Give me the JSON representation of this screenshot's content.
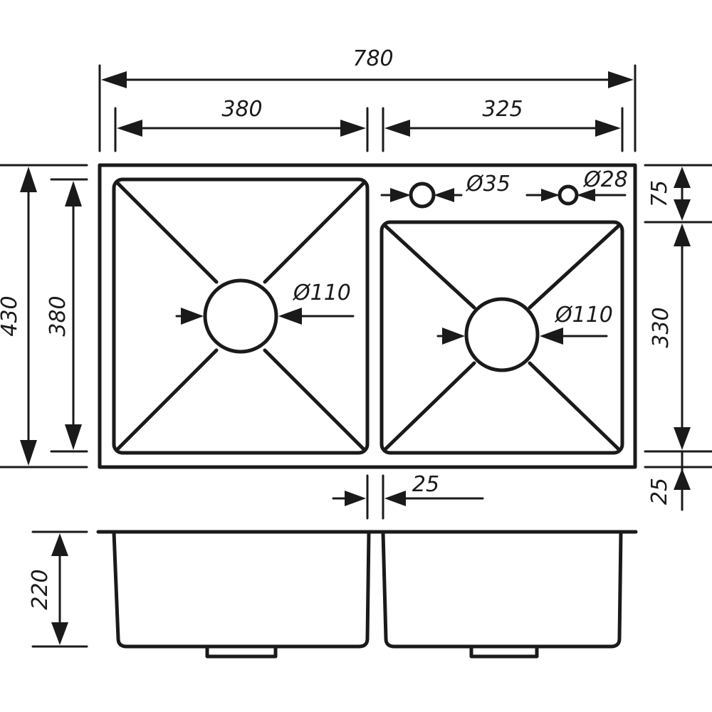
{
  "dimensions": {
    "total_width": "780",
    "left_bowl_width": "380",
    "right_bowl_width": "325",
    "total_depth": "430",
    "left_bowl_depth": "380",
    "top_margin": "75",
    "right_bowl_depth": "330",
    "bottom_margin": "25",
    "divider_width": "25",
    "bowl_height": "220"
  },
  "holes": {
    "tap_hole": "Ø35",
    "second_hole": "Ø28",
    "left_drain": "Ø110",
    "right_drain": "Ø110"
  },
  "colors": {
    "ink": "#1a1a1a",
    "background": "#ffffff"
  }
}
